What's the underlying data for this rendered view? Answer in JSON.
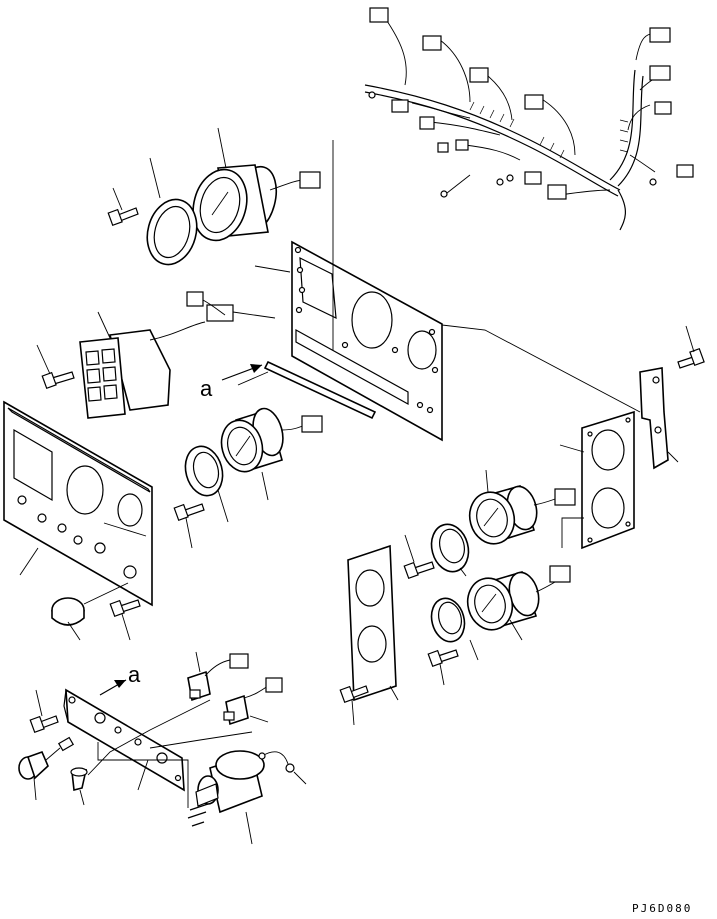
{
  "diagram": {
    "view_labels": {
      "upper": "a",
      "lower": "a"
    },
    "drawing_code": "PJ6D080",
    "parts": [
      "wiring-harness",
      "speedometer-gauge",
      "gauge-bezel-ring",
      "gauge-mounting-panel",
      "warning-lamp-cluster",
      "bolt",
      "rubber-seal-strip",
      "instrument-front-panel",
      "dial-gauge",
      "gauge-ring",
      "rubber-knob-cap",
      "switch-bracket-plate",
      "rotary-switch",
      "toggle-switch",
      "key-switch",
      "connector-cable",
      "indicator-lamp-socket",
      "right-gauge-plate",
      "right-gauge-upper",
      "right-gauge-lower",
      "gauge-gasket"
    ]
  }
}
